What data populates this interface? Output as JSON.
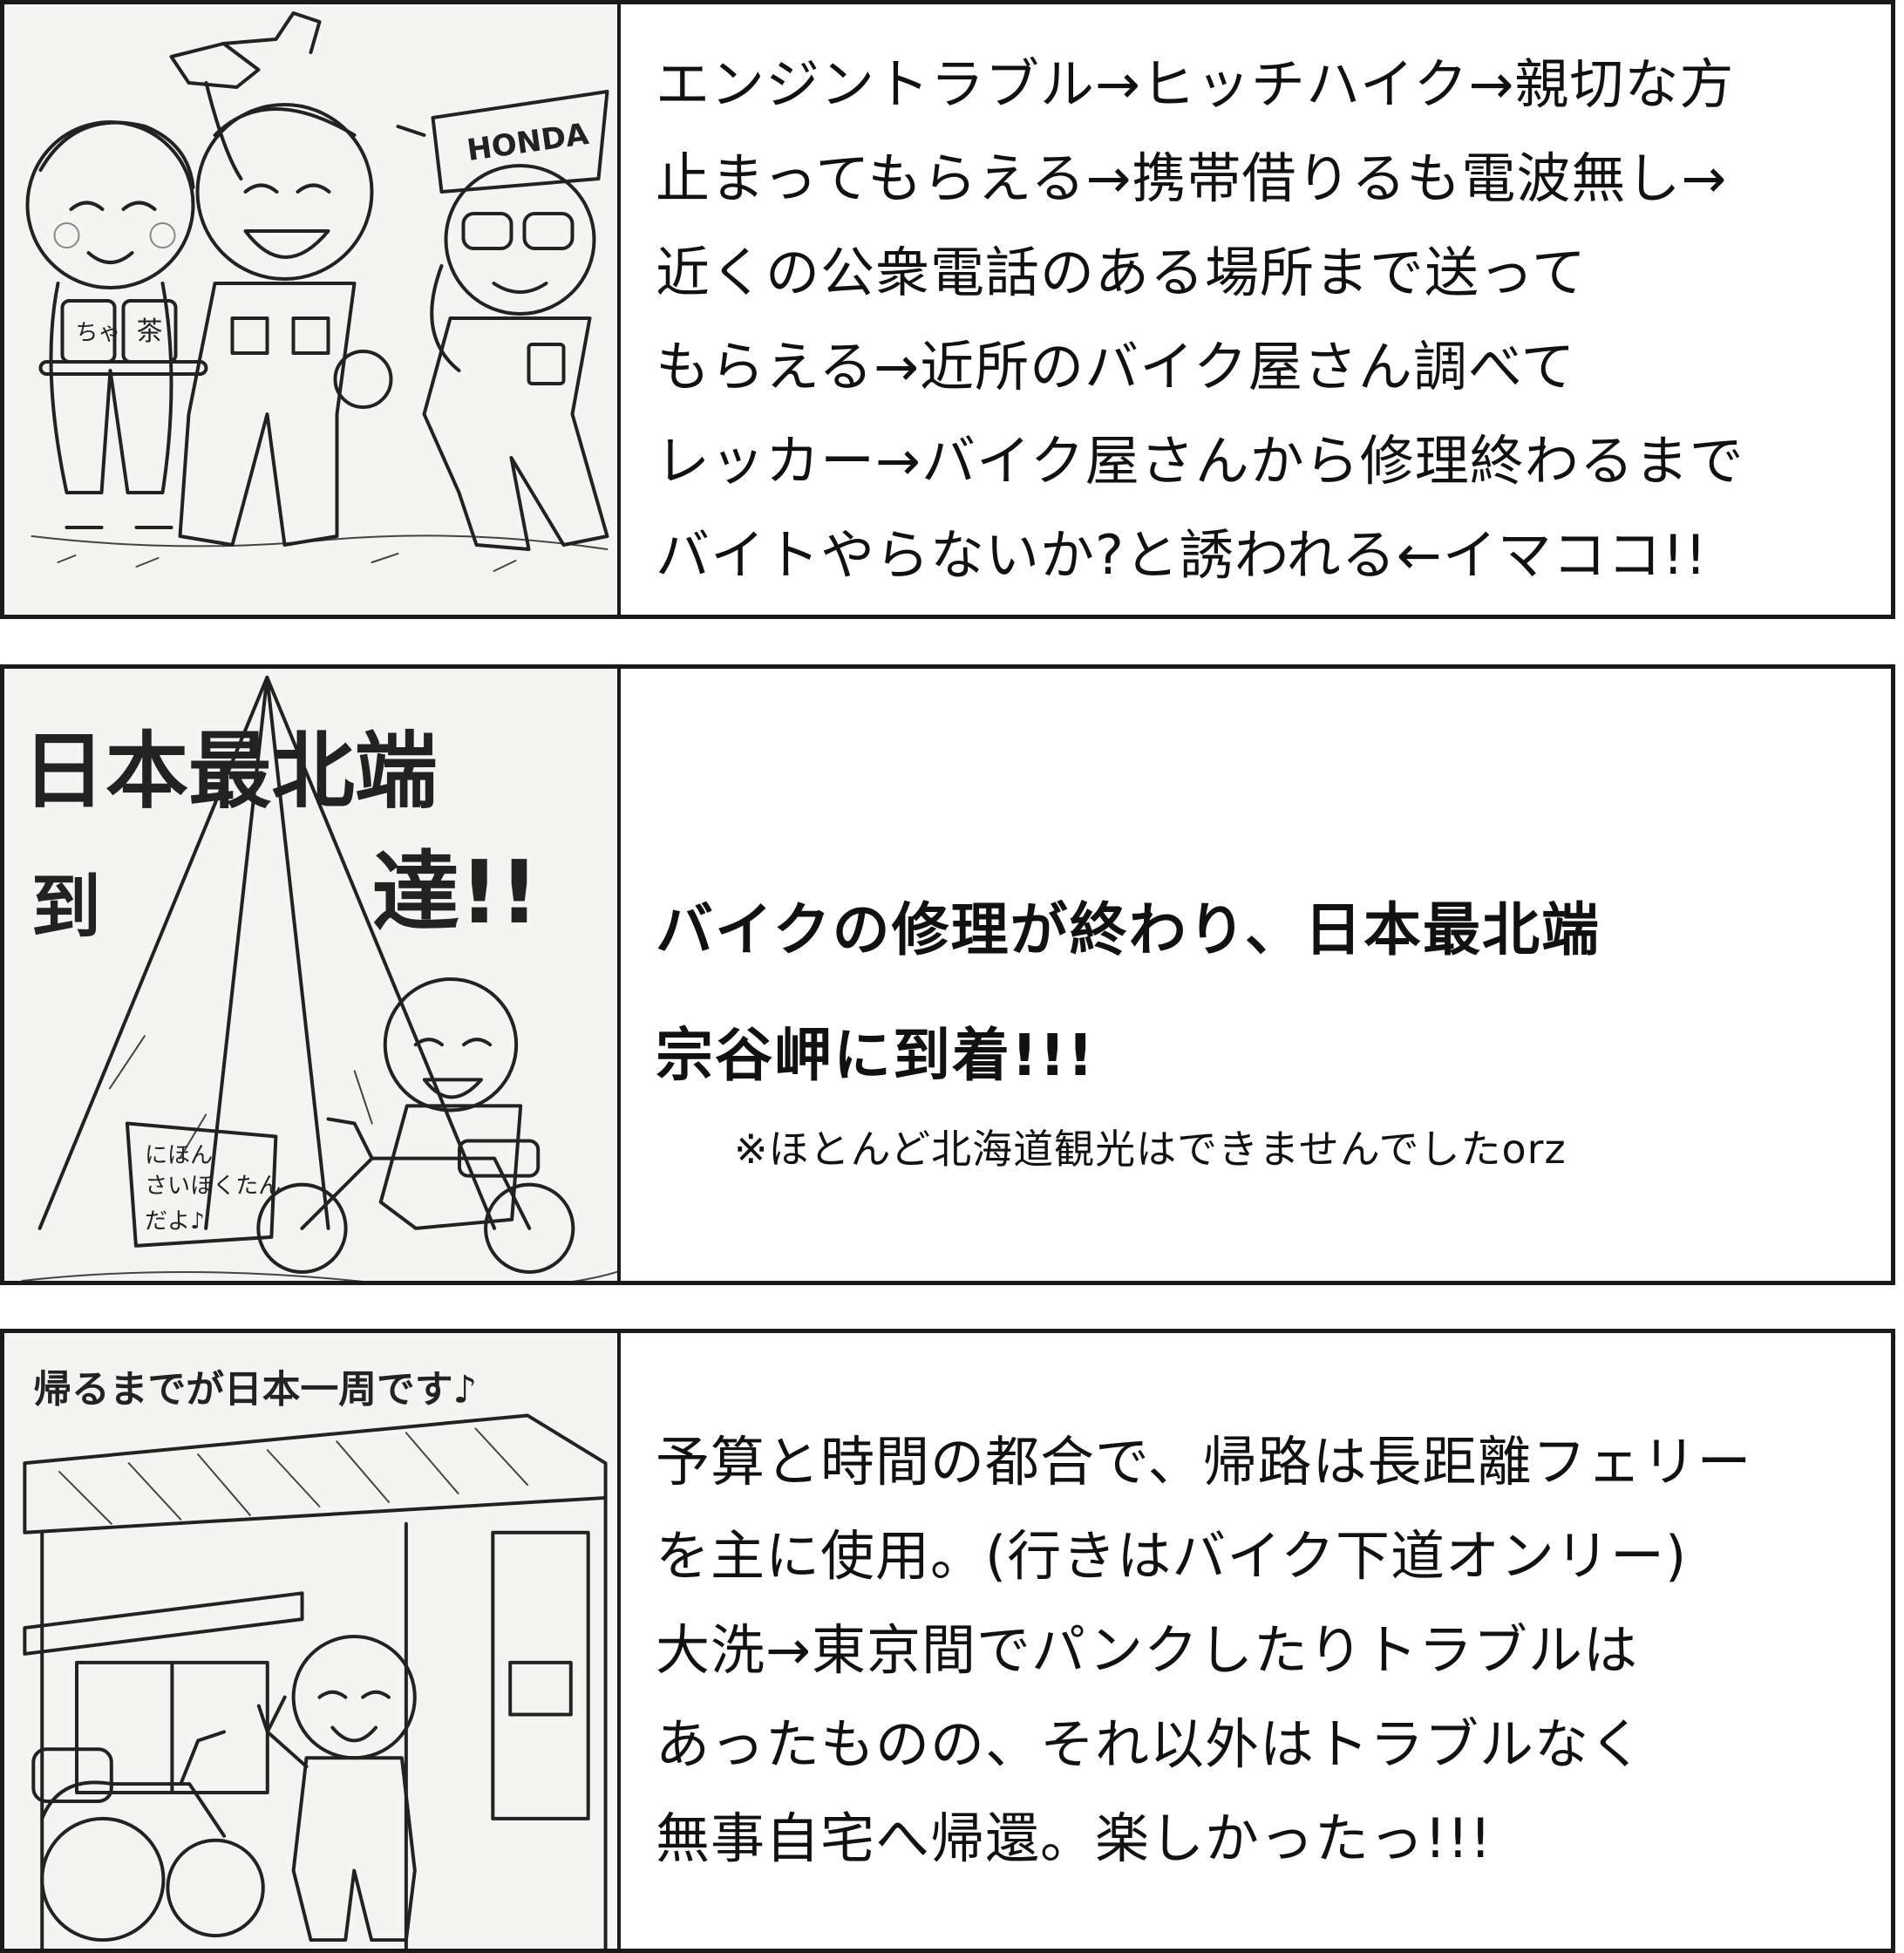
{
  "panels": [
    {
      "lines": [
        "エンジントラブル→ヒッチハイク→親切な方",
        "止まってもらえる→携帯借りるも電波無し→",
        "近くの公衆電話のある場所まで送って",
        "もらえる→近所のバイク屋さん調べて",
        "レッカー→バイク屋さんから修理終わるまで",
        "バイトやらないか?と誘われる←イマココ!!"
      ],
      "illustration": {
        "cap_text": "HONDA",
        "cup_left": "ちゃ",
        "cup_right": "茶"
      }
    },
    {
      "headline": [
        "バイクの修理が終わり、日本最北端",
        "宗谷岬に到着!!!"
      ],
      "note": "※ほとんど北海道観光はできませんでしたorz",
      "illustration": {
        "title_top": "日本最北端",
        "title_left": "到",
        "title_right": "達!!",
        "sign_lines": [
          "にほん",
          "さいほくたん",
          "だよ♪"
        ]
      }
    },
    {
      "lines": [
        "予算と時間の都合で、帰路は長距離フェリー",
        "を主に使用。(行きはバイク下道オンリー)",
        "大洗→東京間でパンクしたりトラブルは",
        "あったものの、それ以外はトラブルなく",
        "無事自宅へ帰還。楽しかったっ!!!"
      ],
      "illustration": {
        "caption": "帰るまでが日本一周です♪"
      }
    }
  ]
}
